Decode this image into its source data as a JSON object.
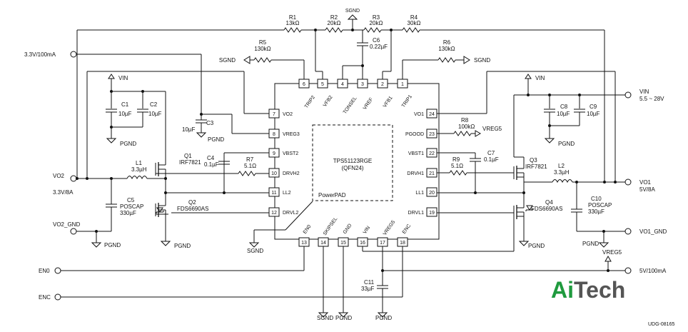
{
  "chip": {
    "part": "TPS51123RGE",
    "pkg": "(QFN24)",
    "pad": "PowerPAD"
  },
  "pins": {
    "p1": "TRIP1",
    "p2": "VFB1",
    "p3": "VREF",
    "p4": "TONSEL",
    "p5": "VFB2",
    "p6": "TRIP2",
    "p7": "VO2",
    "p8": "VREG3",
    "p9": "VBST2",
    "p10": "DRVH2",
    "p11": "LL2",
    "p12": "DRVL2",
    "p13": "EN0",
    "p14": "SKIPSEL",
    "p15": "GND",
    "p16": "VIN",
    "p17": "VREG5",
    "p18": "ENC",
    "p19": "DRVL1",
    "p20": "LL1",
    "p21": "DRVH1",
    "p22": "VBST1",
    "p23": "PGOOD",
    "p24": "VO1"
  },
  "pin_numbers": {
    "p1": "1",
    "p2": "2",
    "p3": "3",
    "p4": "4",
    "p5": "5",
    "p6": "6",
    "p7": "7",
    "p8": "8",
    "p9": "9",
    "p10": "10",
    "p11": "11",
    "p12": "12",
    "p13": "13",
    "p14": "14",
    "p15": "15",
    "p16": "16",
    "p17": "17",
    "p18": "18",
    "p19": "19",
    "p20": "20",
    "p21": "21",
    "p22": "22",
    "p23": "23",
    "p24": "24"
  },
  "components": {
    "R1": {
      "ref": "R1",
      "val": "13kΩ"
    },
    "R2": {
      "ref": "R2",
      "val": "20kΩ"
    },
    "R3": {
      "ref": "R3",
      "val": "20kΩ"
    },
    "R4": {
      "ref": "R4",
      "val": "30kΩ"
    },
    "R5": {
      "ref": "R5",
      "val": "130kΩ"
    },
    "R6": {
      "ref": "R6",
      "val": "130kΩ"
    },
    "R7": {
      "ref": "R7",
      "val": "5.1Ω"
    },
    "R8": {
      "ref": "R8",
      "val": "100kΩ"
    },
    "R9": {
      "ref": "R9",
      "val": "5.1Ω"
    },
    "C1": {
      "ref": "C1",
      "val": "10µF"
    },
    "C2": {
      "ref": "C2",
      "val": "10µF"
    },
    "C3": {
      "ref": "C3",
      "val": "10µF"
    },
    "C4": {
      "ref": "C4",
      "val": "0.1µF"
    },
    "C5": {
      "ref": "C5",
      "type": "POSCAP",
      "val": "330µF"
    },
    "C6": {
      "ref": "C6",
      "val": "0.22µF"
    },
    "C7": {
      "ref": "C7",
      "val": "0.1µF"
    },
    "C8": {
      "ref": "C8",
      "val": "10µF"
    },
    "C9": {
      "ref": "C9",
      "val": "10µF"
    },
    "C10": {
      "ref": "C10",
      "type": "POSCAP",
      "val": "330µF"
    },
    "C11": {
      "ref": "C11",
      "val": "33µF"
    },
    "L1": {
      "ref": "L1",
      "val": "3.3µH"
    },
    "L2": {
      "ref": "L2",
      "val": "3.3µH"
    },
    "Q1": {
      "ref": "Q1",
      "val": "IRF7821"
    },
    "Q2": {
      "ref": "Q2",
      "val": "FDS6690AS"
    },
    "Q3": {
      "ref": "Q3",
      "val": "IRF7821"
    },
    "Q4": {
      "ref": "Q4",
      "val": "FDS6690AS"
    }
  },
  "nets": {
    "v33": "3.3V/100mA",
    "vo2": "VO2",
    "vo2_spec": "3.3V/8A",
    "vo2_gnd": "VO2_GND",
    "vin": "VIN",
    "vin_range": "5.5 ~ 28V",
    "vo1": "VO1",
    "vo1_spec": "5V/8A",
    "vo1_gnd": "VO1_GND",
    "v5": "5V/100mA",
    "vreg5": "VREG5",
    "en0": "EN0",
    "enc": "ENC",
    "sgnd": "SGND",
    "pgnd": "PGND"
  },
  "logo": {
    "part1": "Ai",
    "part2": "Tech"
  },
  "drawing_id": "UDG-08165"
}
